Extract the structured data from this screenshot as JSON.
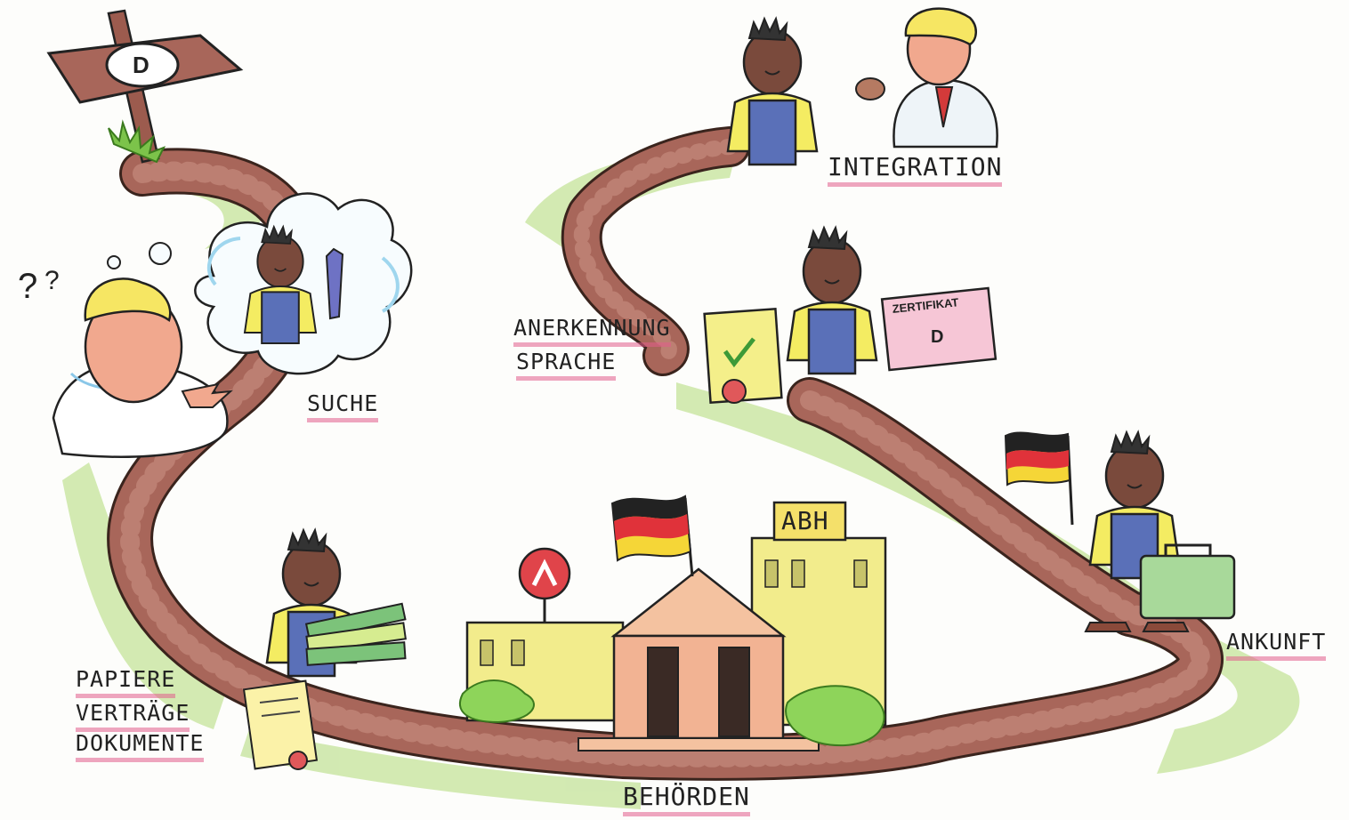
{
  "labels": {
    "integration": "INTEGRATION",
    "anerkennung": "ANERKENNUNG",
    "sprache": "SPRACHE",
    "suche": "SUCHE",
    "papiere": "PAPIERE",
    "vertraege": "VERTRÄGE",
    "dokumente": "DOKUMENTE",
    "behoerden": "BEHÖRDEN",
    "ankunft": "ANKUNFT"
  },
  "signs": {
    "signpost_letter": "D",
    "certificate_title": "ZERTIFIKAT",
    "certificate_letter": "D",
    "building_sign": "ABH"
  },
  "colors": {
    "path": "#a8665a",
    "grass": "#a4d868",
    "skin": "#7a4a3c",
    "overall": "#5a70b8",
    "shirt": "#f4ec62",
    "underline": "#e25d8c"
  }
}
